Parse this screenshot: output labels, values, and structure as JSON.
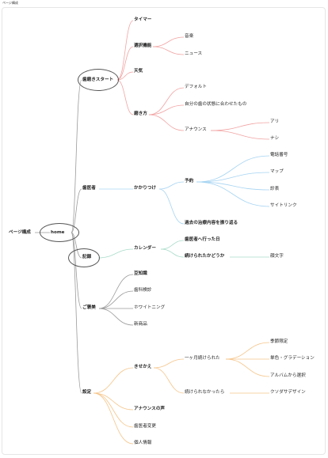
{
  "page_title": "ページ構成",
  "nodes": {
    "root": "ページ構成",
    "home": "home",
    "startup": "歯磨きスタート",
    "timer": "タイマー",
    "music_select": "選択機能",
    "music": "音楽",
    "news": "ニュース",
    "weather": "天気",
    "brushing": "磨き方",
    "default": "デフォルト",
    "tooth_state": "自分の歯の状態に合わせたもの",
    "announce": "アナウンス",
    "ari": "アリ",
    "nashi": "ナシ",
    "dentist": "歯医者",
    "family_doctor": "かかりつけ",
    "reservation": "予約",
    "phone": "電話番号",
    "map": "マップ",
    "shinsatsu": "診表",
    "site_link": "サイトリンク",
    "past_treatment": "過去の治療内容を振り返る",
    "record": "記録",
    "calendar": "カレンダー",
    "visited_day": "歯医者へ行った日",
    "continued": "続けられたかどうか",
    "kaomoji": "顔文字",
    "trivia": "ご褒美",
    "mame": "豆知識",
    "exercise": "歯科検診",
    "whitening": "ホワイトニング",
    "new_product": "新商品",
    "settings": "設定",
    "dress_up": "きせかえ",
    "monthly": "一ヶ月続けられた",
    "seasonal": "季節限定",
    "gradation": "単色・グラデーション",
    "album": "アルバムから選択",
    "not_continued": "続けられなかったら",
    "kusodasa": "クソダサデザイン",
    "announce_voice": "アナウンスの声",
    "change_dentist": "歯医者変更",
    "personal": "個人情報"
  },
  "colors": {
    "red": "#f2a3a3",
    "blue": "#a6d4f2",
    "green": "#a9dcc9",
    "orange": "#f5c58a",
    "gray": "#9a9a9a"
  }
}
